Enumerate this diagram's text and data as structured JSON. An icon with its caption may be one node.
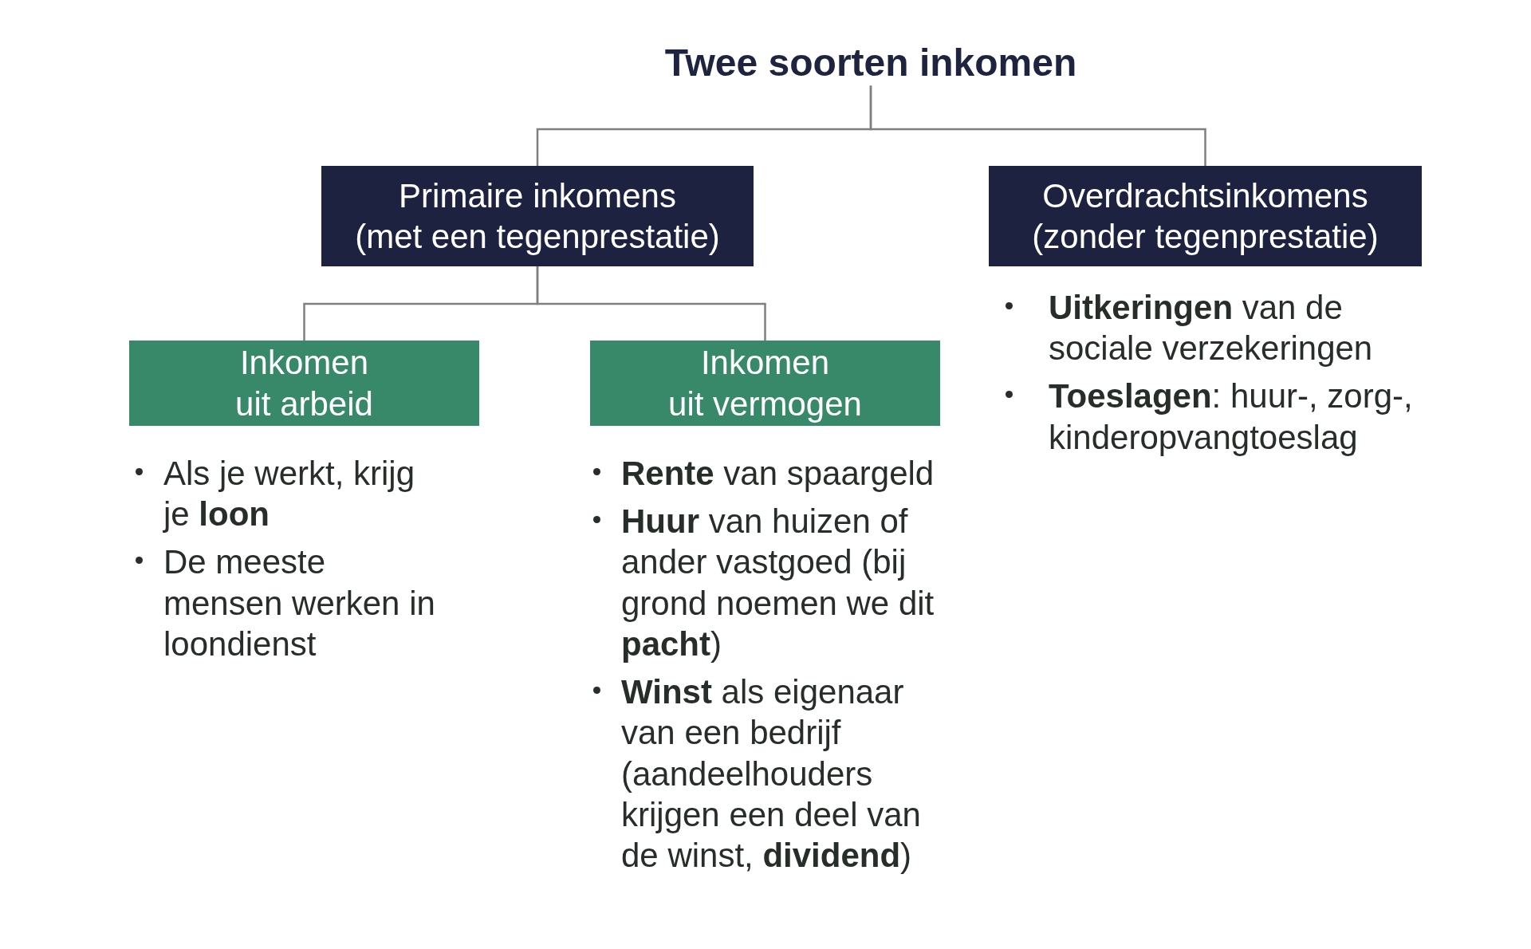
{
  "diagram": {
    "nodes": [
      {
        "text": [
          "Twee soorten inkomen"
        ]
      },
      {
        "text": [
          "Primaire inkomens (met een tegenprestatie)"
        ]
      },
      {
        "text": [
          "Overdrachtsinkomens (zonder tegenprestatie)"
        ],
        "beside": [
          "**Uitkeringen** van de sociale verzekeringen",
          "**Toeslagen**: huur-, zorg-, kinderopvangtoeslag"
        ]
      },
      {
        "text": [
          "Inkomen uit arbeid"
        ],
        "beside": [
          "Als je werkt, krijg je **loon**",
          "De meeste mensen werken in loondienst"
        ]
      },
      {
        "text": [
          "Inkomen uit vermogen"
        ],
        "beside": [
          "**Rente** van spaargeld",
          "**Huur** van huizen of ander vastgoed (bij grond noemen we dit **pacht**)",
          "**Winst** als eigenaar van een bedrijf (aandeelhouders krijgen een deel van de winst, **dividend**)"
        ]
      }
    ],
    "edges": [
      {
        "from": 0,
        "to": 1,
        "arrow": "none"
      },
      {
        "from": 0,
        "to": 2,
        "arrow": "none"
      },
      {
        "from": 1,
        "to": 3,
        "arrow": "none"
      },
      {
        "from": 1,
        "to": 4,
        "arrow": "none"
      }
    ]
  }
}
